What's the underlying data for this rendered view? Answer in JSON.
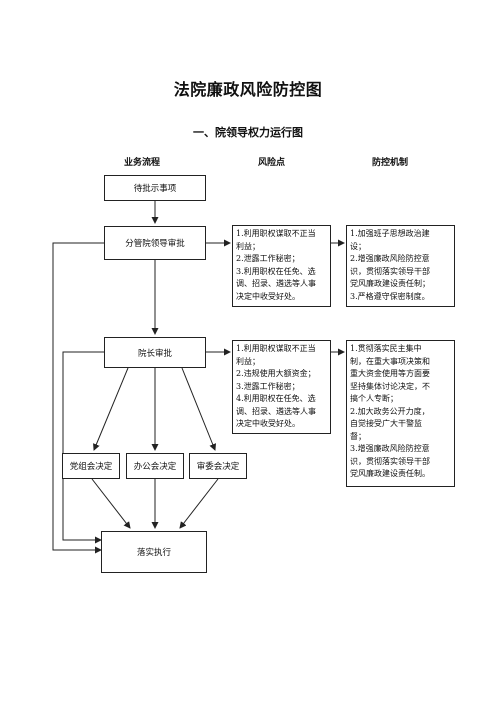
{
  "page": {
    "title": "法院廉政风险防控图",
    "subtitle": "一、院领导权力运行图"
  },
  "columns": {
    "process": "业务流程",
    "risk": "风险点",
    "control": "防控机制"
  },
  "nodes": {
    "pending": "待批示事项",
    "deputy": "分管院领导审批",
    "president": "院长审批",
    "party": "党组会决定",
    "office": "办公会决定",
    "committee": "审委会决定",
    "execute": "落实执行"
  },
  "risks": {
    "deputy": "1.利用职权谋取不正当\n利益；\n2.泄露工作秘密；\n3.利用职权在任免、选\n调、招录、遴选等人事\n决定中收受好处。",
    "president": "1.利用职权谋取不正当\n利益；\n2.违规使用大额资金；\n3.泄露工作秘密；\n4.利用职权在任免、选\n调、招录、遴选等人事\n决定中收受好处。"
  },
  "controls": {
    "deputy": "1.加强班子思想政治建\n设；\n2.增强廉政风险防控意\n识，贯彻落实领导干部\n党风廉政建设责任制；\n3.严格遵守保密制度。",
    "president": "1.贯彻落实民主集中\n制，在重大事项决策和\n重大资金使用等方面要\n坚持集体讨论决定，不\n搞个人专断；\n2.加大政务公开力度，\n自觉接受广大干警监\n督；\n3.增强廉政风险防控意\n识，贯彻落实领导干部\n党风廉政建设责任制。"
  }
}
